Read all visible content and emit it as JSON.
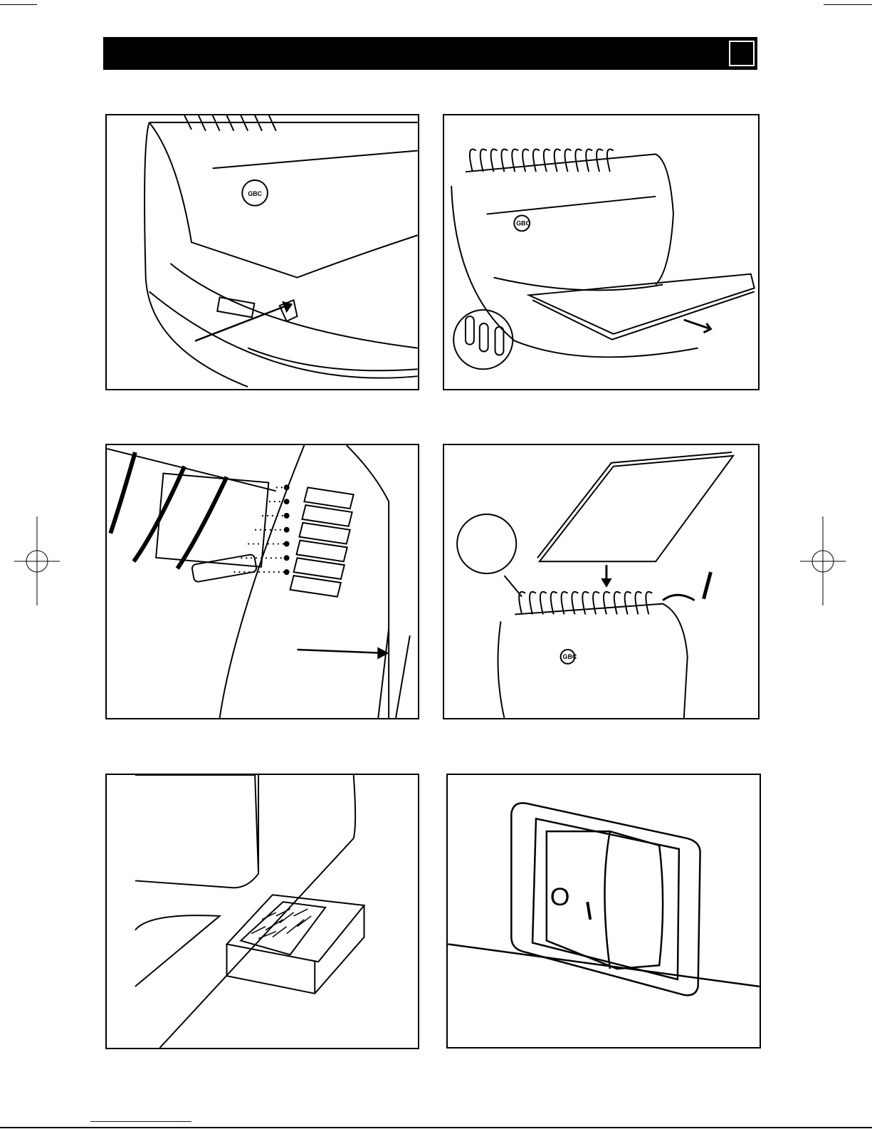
{
  "header": {
    "section_box": ""
  },
  "panels": [
    {
      "id": 1,
      "logo": "GBC"
    },
    {
      "id": 2,
      "logo": "GBC"
    },
    {
      "id": 3
    },
    {
      "id": 4,
      "logo": "GBC"
    },
    {
      "id": 5
    },
    {
      "id": 6,
      "switch_off_symbol": "O",
      "switch_on_symbol": "I"
    }
  ],
  "colors": {
    "link": "#0000cc",
    "ink": "#000000"
  }
}
